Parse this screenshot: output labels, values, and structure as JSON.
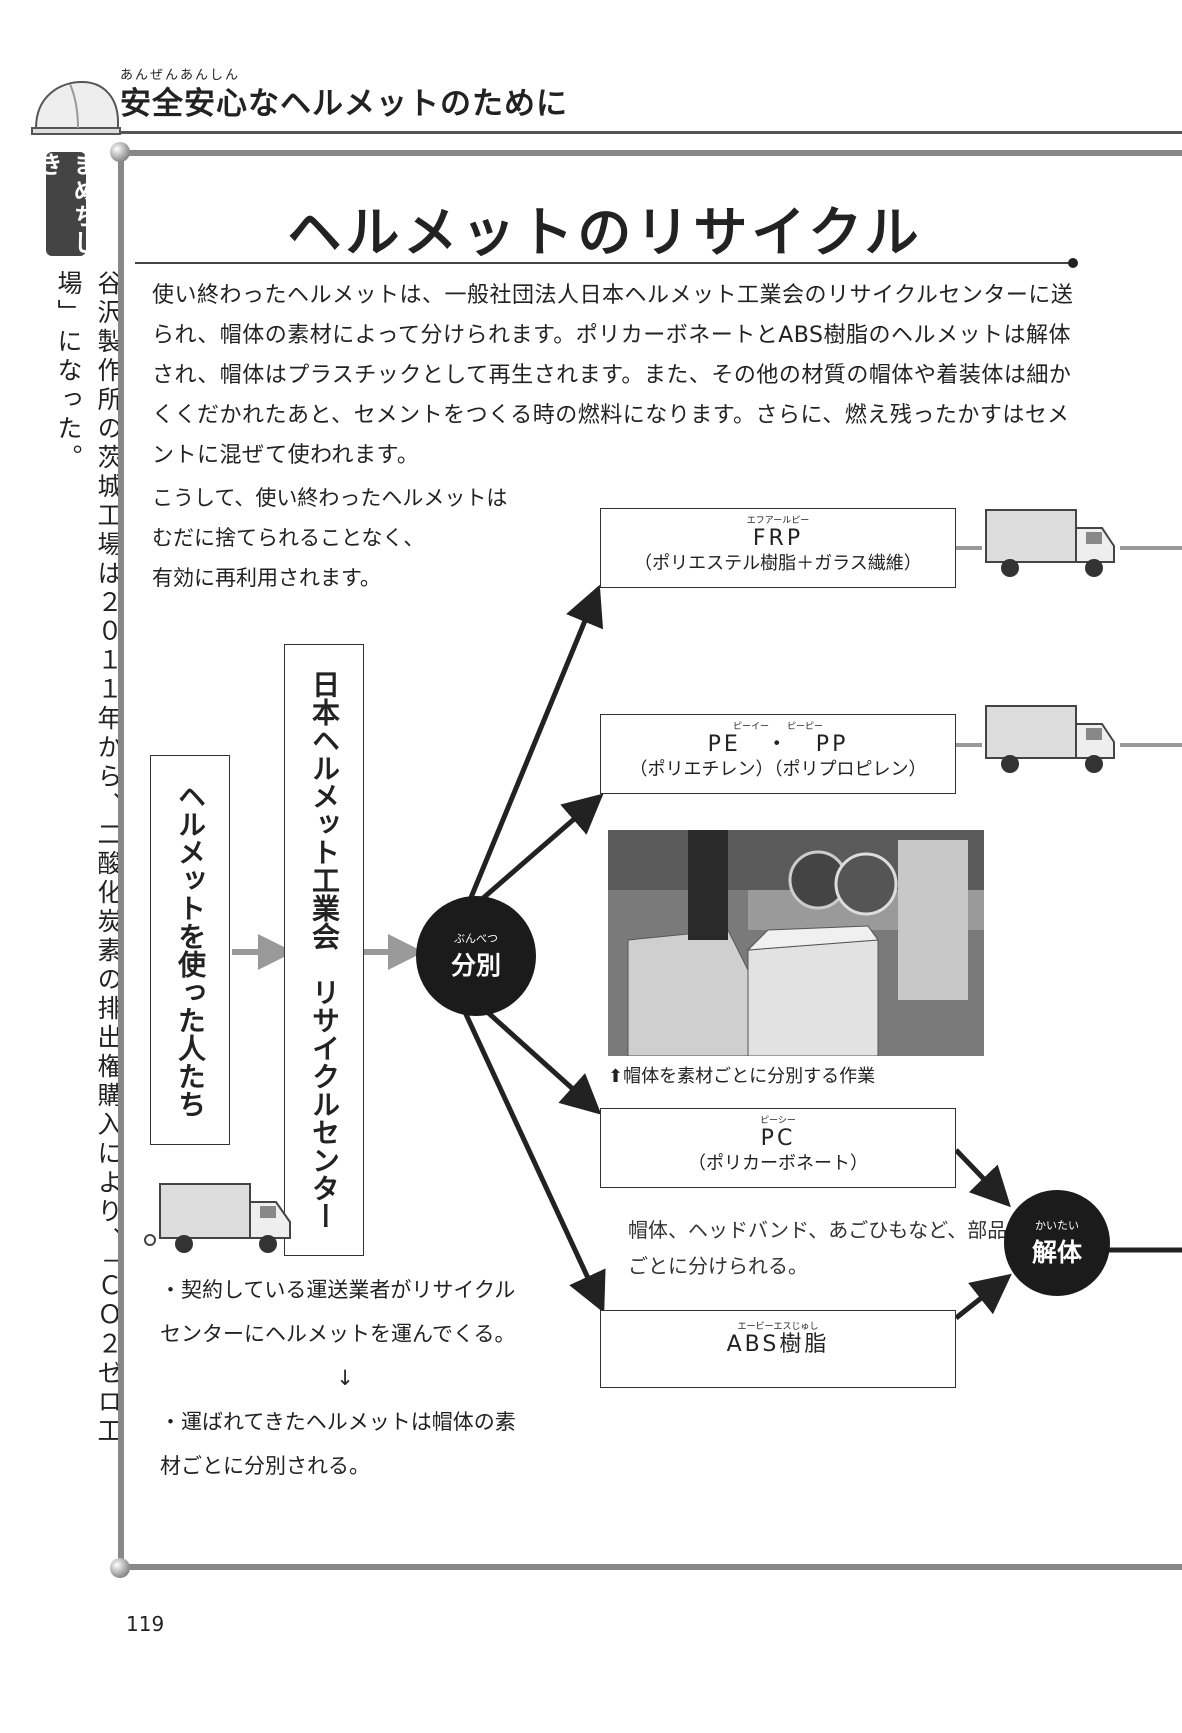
{
  "header": {
    "section_title_ruby": "あんぜんあんしん",
    "section_title": "安全安心なヘルメットのために"
  },
  "sidebar": {
    "tab_label": "まめちしき",
    "trivia": "谷沢製作所の茨城工場は２０１１年から、二酸化炭素の排出権購入により、「ＣＯ２ゼロ工場」になった。"
  },
  "article": {
    "title": "ヘルメットのリサイクル",
    "intro": "使い終わったヘルメットは、一般社団法人日本ヘルメット工業会のリサイクルセンターに送られ、帽体の素材によって分けられます。ポリカーボネートとABS樹脂のヘルメットは解体され、帽体はプラスチックとして再生されます。また、その他の材質の帽体や着装体は細かくくだかれたあと、セメントをつくる時の燃料になります。さらに、燃え残ったかすはセメントに混ぜて使われます。",
    "lead": [
      "こうして、使い終わったヘルメットは",
      "むだに捨てられることなく、",
      "有効に再利用されます。"
    ]
  },
  "flow": {
    "users_box": "ヘルメットを使った人たち",
    "center_box": "日本ヘルメット工業会　リサイクルセンター",
    "sort_ruby": "ぶんべつ",
    "sort_label": "分別",
    "disassemble_ruby": "かいたい",
    "disassemble_label": "解体",
    "materials": [
      {
        "ruby": "エフアールピー",
        "title": "FRP",
        "sub": "（ポリエステル樹脂＋ガラス繊維）"
      },
      {
        "ruby": "ピーイー　　ピーピー",
        "title": "PE　・　PP",
        "sub": "（ポリエチレン）（ポリプロピレン）"
      },
      {
        "ruby": "ピーシー",
        "title": "PC",
        "sub": "（ポリカーボネート）"
      },
      {
        "ruby": "エービーエスじゅし",
        "title": "ABS樹脂",
        "sub": ""
      }
    ],
    "photo_caption": "帽体を素材ごとに分別する作業",
    "parts_note": "帽体、ヘッドバンド、あごひもなど、部品ごとに分けられる。",
    "steps": [
      "・契約している運送業者がリサイクルセンターにヘルメットを運んでくる。",
      "↓",
      "・運ばれてきたヘルメットは帽体の素材ごとに分別される。"
    ]
  },
  "footer": {
    "page_number": "119"
  },
  "colors": {
    "frame": "#888888",
    "circle": "#1b1b1b",
    "arrow_gray": "#999999",
    "arrow_dark": "#222222"
  }
}
